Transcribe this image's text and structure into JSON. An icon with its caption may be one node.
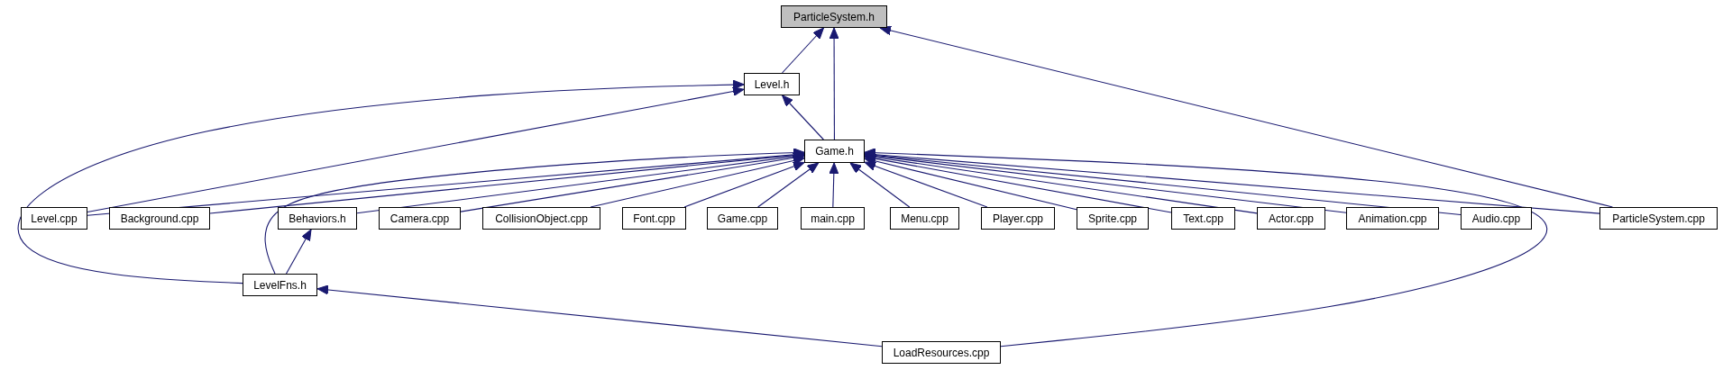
{
  "diagram": {
    "nodes": [
      {
        "text": [
          "ParticleSystem.h"
        ]
      },
      {
        "text": [
          "Level.h"
        ]
      },
      {
        "text": [
          "Game.h"
        ]
      },
      {
        "text": [
          "Level.cpp"
        ]
      },
      {
        "text": [
          "Background.cpp"
        ]
      },
      {
        "text": [
          "Behaviors.h"
        ]
      },
      {
        "text": [
          "Camera.cpp"
        ]
      },
      {
        "text": [
          "CollisionObject.cpp"
        ]
      },
      {
        "text": [
          "Font.cpp"
        ]
      },
      {
        "text": [
          "Game.cpp"
        ]
      },
      {
        "text": [
          "main.cpp"
        ]
      },
      {
        "text": [
          "Menu.cpp"
        ]
      },
      {
        "text": [
          "Player.cpp"
        ]
      },
      {
        "text": [
          "Sprite.cpp"
        ]
      },
      {
        "text": [
          "Text.cpp"
        ]
      },
      {
        "text": [
          "Actor.cpp"
        ]
      },
      {
        "text": [
          "Animation.cpp"
        ]
      },
      {
        "text": [
          "Audio.cpp"
        ]
      },
      {
        "text": [
          "ParticleSystem.cpp"
        ]
      },
      {
        "text": [
          "LevelFns.h"
        ]
      },
      {
        "text": [
          "LoadResources.cpp"
        ]
      }
    ],
    "edges": [
      {
        "from": 1,
        "to": 0,
        "arrow": "to"
      },
      {
        "from": 2,
        "to": 0,
        "arrow": "to"
      },
      {
        "from": 18,
        "to": 0,
        "arrow": "to"
      },
      {
        "from": 2,
        "to": 1,
        "arrow": "to"
      },
      {
        "from": 3,
        "to": 1,
        "arrow": "to"
      },
      {
        "from": 19,
        "to": 1,
        "arrow": "to"
      },
      {
        "from": 3,
        "to": 2,
        "arrow": "to"
      },
      {
        "from": 4,
        "to": 2,
        "arrow": "to"
      },
      {
        "from": 5,
        "to": 2,
        "arrow": "to"
      },
      {
        "from": 6,
        "to": 2,
        "arrow": "to"
      },
      {
        "from": 7,
        "to": 2,
        "arrow": "to"
      },
      {
        "from": 8,
        "to": 2,
        "arrow": "to"
      },
      {
        "from": 9,
        "to": 2,
        "arrow": "to"
      },
      {
        "from": 10,
        "to": 2,
        "arrow": "to"
      },
      {
        "from": 11,
        "to": 2,
        "arrow": "to"
      },
      {
        "from": 12,
        "to": 2,
        "arrow": "to"
      },
      {
        "from": 13,
        "to": 2,
        "arrow": "to"
      },
      {
        "from": 14,
        "to": 2,
        "arrow": "to"
      },
      {
        "from": 15,
        "to": 2,
        "arrow": "to"
      },
      {
        "from": 16,
        "to": 2,
        "arrow": "to"
      },
      {
        "from": 17,
        "to": 2,
        "arrow": "to"
      },
      {
        "from": 18,
        "to": 2,
        "arrow": "to"
      },
      {
        "from": 19,
        "to": 2,
        "arrow": "to"
      },
      {
        "from": 20,
        "to": 2,
        "arrow": "to"
      },
      {
        "from": 19,
        "to": 5,
        "arrow": "to"
      },
      {
        "from": 20,
        "to": 19,
        "arrow": "to"
      }
    ]
  }
}
